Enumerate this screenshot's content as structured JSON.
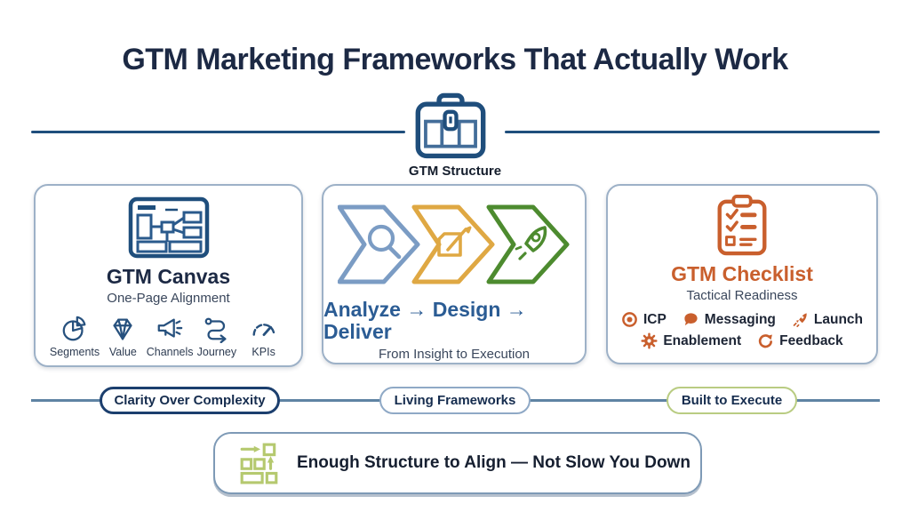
{
  "title": "GTM Marketing Frameworks That Actually Work",
  "structure_node": {
    "label": "GTM Structure",
    "icon": "briefcase-icon"
  },
  "cards": {
    "canvas": {
      "title": "GTM Canvas",
      "subtitle": "One-Page Alignment",
      "icon": "canvas-flowchart-icon",
      "items": [
        {
          "label": "Segments",
          "icon": "pie-chart-icon"
        },
        {
          "label": "Value",
          "icon": "gem-icon"
        },
        {
          "label": "Channels",
          "icon": "megaphone-icon"
        },
        {
          "label": "Journey",
          "icon": "route-icon"
        },
        {
          "label": "KPIs",
          "icon": "gauge-icon"
        }
      ]
    },
    "process": {
      "title": "Analyze → Design → Deliver",
      "subtitle": "From Insight to Execution",
      "steps": [
        {
          "name": "Analyze",
          "icon": "magnifier-icon",
          "color": "#7b9cc4"
        },
        {
          "name": "Design",
          "icon": "pencil-doc-icon",
          "color": "#dfa843"
        },
        {
          "name": "Deliver",
          "icon": "rocket-icon",
          "color": "#4d8b2f"
        }
      ]
    },
    "checklist": {
      "title": "GTM Checklist",
      "subtitle": "Tactical Readiness",
      "icon": "clipboard-checklist-icon",
      "items": [
        {
          "label": "ICP",
          "icon": "target-icon"
        },
        {
          "label": "Messaging",
          "icon": "speech-bubble-icon"
        },
        {
          "label": "Launch",
          "icon": "rocket-icon"
        },
        {
          "label": "Enablement",
          "icon": "gear-icon"
        },
        {
          "label": "Feedback",
          "icon": "refresh-icon"
        }
      ]
    }
  },
  "pills": [
    {
      "label": "Clarity Over Complexity",
      "border_color": "#1c3f6e"
    },
    {
      "label": "Living Frameworks",
      "border_color": "#8fa9c6"
    },
    {
      "label": "Built to Execute",
      "border_color": "#b9cc82"
    }
  ],
  "footer": {
    "label": "Enough Structure to Align — Not Slow You Down",
    "icon": "layout-structure-icon"
  },
  "colors": {
    "navy": "#1f4e7c",
    "title_text": "#1c2944",
    "card_border": "#9db1c7",
    "process_blue": "#2b5c94",
    "arrow_blue": "#7b9cc4",
    "arrow_amber": "#dfa843",
    "arrow_green": "#4d8b2f",
    "checklist_orange": "#c95f2d",
    "pill_navy_border": "#1c3f6e",
    "pill_blue_border": "#8fa9c6",
    "pill_green_border": "#b9cc82",
    "footer_green": "#b5c96f"
  }
}
